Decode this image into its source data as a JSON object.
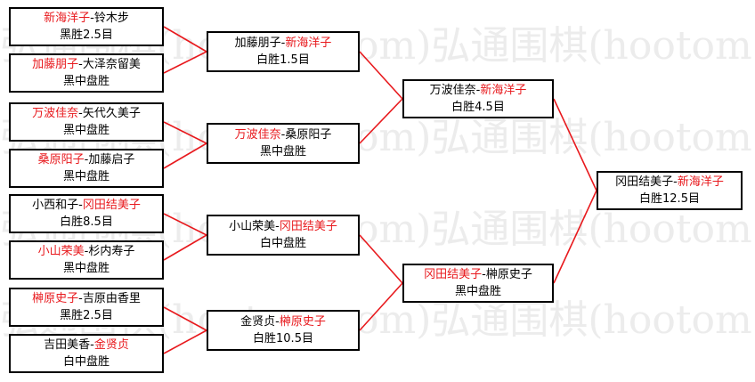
{
  "watermark": "弘通围棋(hootom.com)弘通围棋(hootom.com)弘通围棋",
  "colors": {
    "winner_text": "#e8191d",
    "connector": "#e8191d",
    "border": "#000000"
  },
  "round1": [
    {
      "p1": "新海洋子",
      "p2": "铃木步",
      "winner": 1,
      "result": "黑胜2.5目"
    },
    {
      "p1": "加藤朋子",
      "p2": "大泽奈留美",
      "winner": 1,
      "result": "黑中盘胜"
    },
    {
      "p1": "万波佳奈",
      "p2": "矢代久美子",
      "winner": 1,
      "result": "黑中盘胜"
    },
    {
      "p1": "桑原阳子",
      "p2": "加藤启子",
      "winner": 1,
      "result": "黑中盘胜"
    },
    {
      "p1": "小西和子",
      "p2": "冈田结美子",
      "winner": 2,
      "result": "白胜8.5目"
    },
    {
      "p1": "小山荣美",
      "p2": "杉内寿子",
      "winner": 1,
      "result": "黑中盘胜"
    },
    {
      "p1": "榊原史子",
      "p2": "吉原由香里",
      "winner": 1,
      "result": "黑胜2.5目"
    },
    {
      "p1": "吉田美香",
      "p2": "金贤贞",
      "winner": 2,
      "result": "白中盘胜"
    }
  ],
  "round2": [
    {
      "p1": "加藤朋子",
      "p2": "新海洋子",
      "winner": 2,
      "result": "白胜1.5目"
    },
    {
      "p1": "万波佳奈",
      "p2": "桑原阳子",
      "winner": 1,
      "result": "黑中盘胜"
    },
    {
      "p1": "小山荣美",
      "p2": "冈田结美子",
      "winner": 2,
      "result": "白中盘胜"
    },
    {
      "p1": "金贤贞",
      "p2": "榊原史子",
      "winner": 2,
      "result": "白胜10.5目"
    }
  ],
  "round3": [
    {
      "p1": "万波佳奈",
      "p2": "新海洋子",
      "winner": 2,
      "result": "白胜4.5目"
    },
    {
      "p1": "冈田结美子",
      "p2": "榊原史子",
      "winner": 1,
      "result": "黑中盘胜"
    }
  ],
  "final": [
    {
      "p1": "冈田结美子",
      "p2": "新海洋子",
      "winner": 2,
      "result": "白胜12.5目"
    }
  ]
}
